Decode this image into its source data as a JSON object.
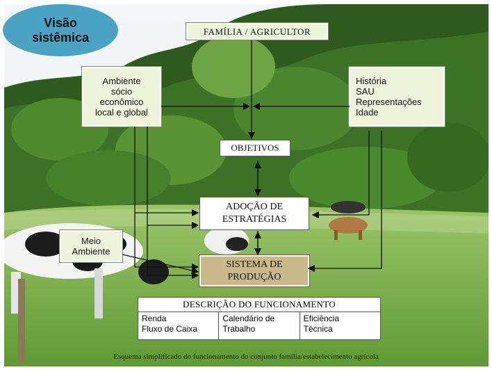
{
  "badge": {
    "line1": "Visão",
    "line2": "sistêmica"
  },
  "boxes": {
    "familia": "FAMÍLIA  /  AGRICULTOR",
    "ambiente": [
      "Ambiente",
      "sócio",
      "econômico",
      "local e global"
    ],
    "historia": [
      "História",
      "SAU",
      "Representações",
      "Idade"
    ],
    "objetivos": "OBJETIVOS",
    "adocao": [
      "ADOÇÃO DE",
      "ESTRATÉGIAS"
    ],
    "meio": [
      "Meio",
      "Ambiente"
    ],
    "sistema": [
      "SISTEMA DE",
      "PRODUÇÃO"
    ]
  },
  "descricao": {
    "title": "DESCRIÇÃO DO FUNCIONAMENTO",
    "columns": [
      [
        "Renda",
        "Fluxo de Caixa"
      ],
      [
        "Calendário de",
        "Trabalho"
      ],
      [
        "Eficiência",
        "Técnica"
      ]
    ]
  },
  "caption": "Esquema simplificado do funcionamento do conjunto família/estabelecimento agrícola",
  "colors": {
    "badge": "#4aa3c2",
    "green_box": "#eef4dc",
    "sistema_box": "#c8b88a",
    "arrow": "#111111"
  }
}
